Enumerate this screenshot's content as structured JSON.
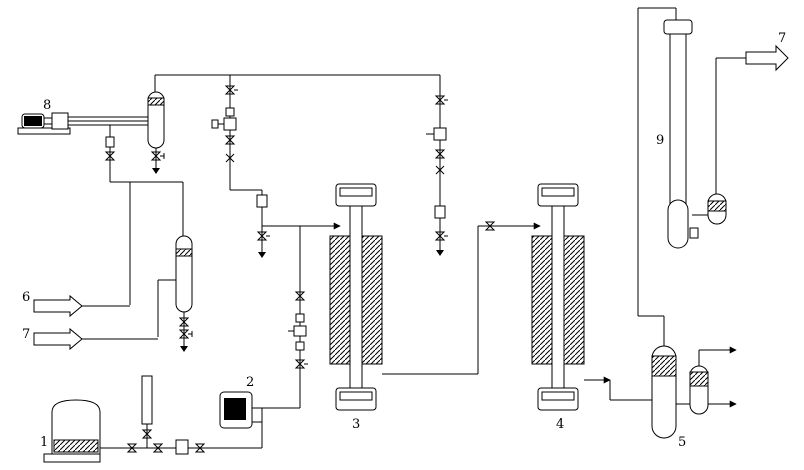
{
  "labels": {
    "n1": "1",
    "n2": "2",
    "n3": "3",
    "n4": "4",
    "n5": "5",
    "n6": "6",
    "n7_left": "7",
    "n7_right": "7",
    "n8": "8",
    "n9": "9"
  }
}
